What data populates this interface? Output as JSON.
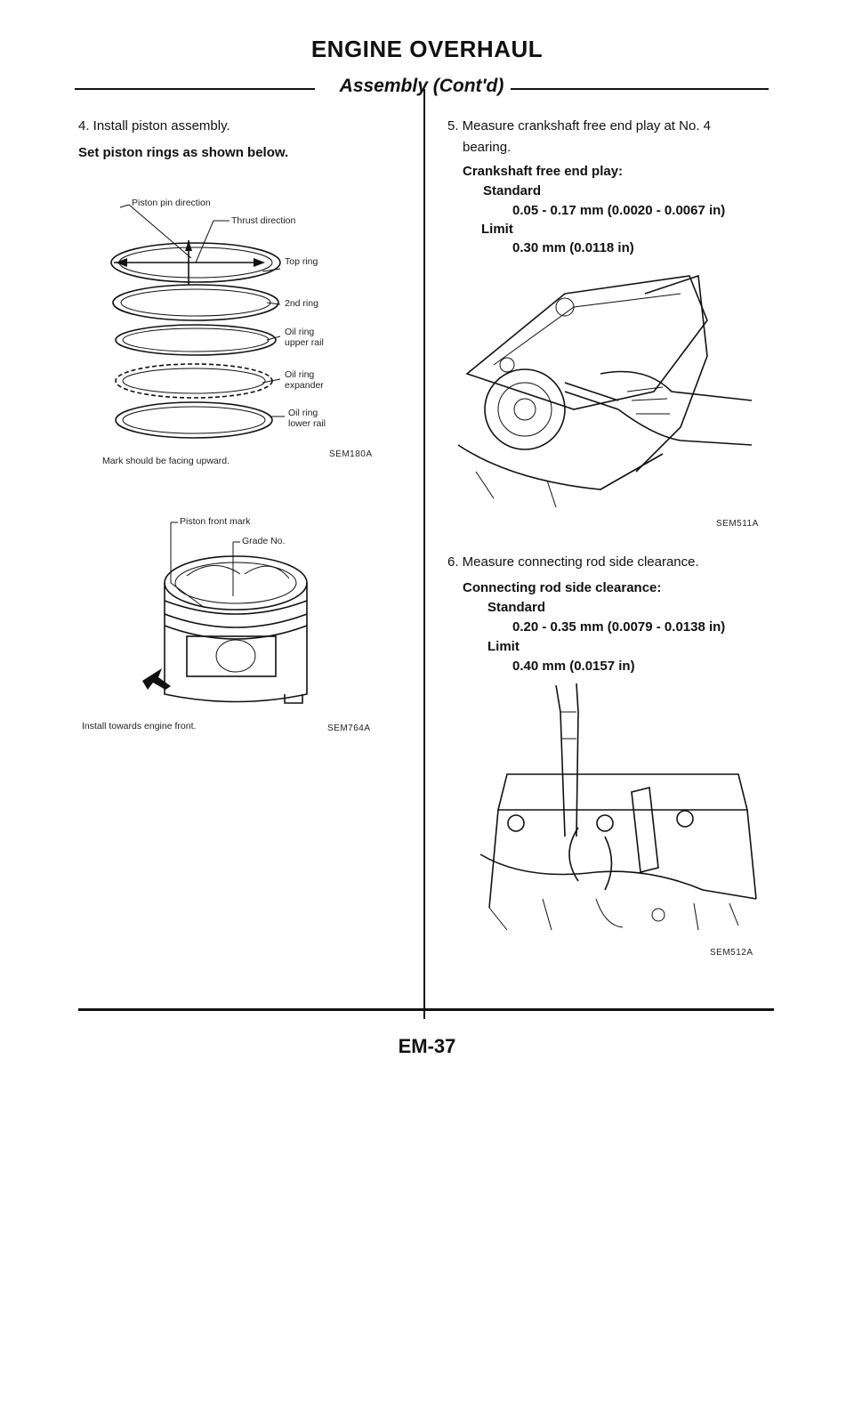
{
  "header": {
    "title": "ENGINE OVERHAUL",
    "subtitle": "Assembly (Cont'd)"
  },
  "left": {
    "step4": {
      "text": "4.  Install piston assembly.",
      "note": "Set piston rings as shown below."
    },
    "fig1": {
      "labels": {
        "pin_direction": "Piston pin direction",
        "thrust_direction": "Thrust direction",
        "top_ring": "Top ring",
        "second_ring": "2nd ring",
        "oil_upper_1": "Oil ring",
        "oil_upper_2": "upper rail",
        "oil_exp_1": "Oil ring",
        "oil_exp_2": "expander",
        "oil_lower_1": "Oil ring",
        "oil_lower_2": "lower rail",
        "mark": "Mark should be facing upward."
      },
      "code": "SEM180A"
    },
    "fig2": {
      "labels": {
        "front_mark": "Piston front mark",
        "grade_no": "Grade No.",
        "install": "Install towards engine front."
      },
      "code": "SEM764A"
    }
  },
  "right": {
    "step5": {
      "line1": "5.  Measure crankshaft free end play at No. 4",
      "line2": "bearing.",
      "spec_title": "Crankshaft free end play:",
      "standard_label": "Standard",
      "standard_value": "0.05 - 0.17 mm (0.0020 - 0.0067 in)",
      "limit_label": "Limit",
      "limit_value": "0.30 mm (0.0118 in)"
    },
    "fig3": {
      "code": "SEM511A"
    },
    "step6": {
      "text": "6.  Measure connecting rod side clearance.",
      "spec_title": "Connecting rod side clearance:",
      "standard_label": "Standard",
      "standard_value": "0.20 - 0.35 mm (0.0079 - 0.0138 in)",
      "limit_label": "Limit",
      "limit_value": "0.40 mm (0.0157 in)"
    },
    "fig4": {
      "code": "SEM512A"
    }
  },
  "footer": {
    "page": "EM-37"
  }
}
